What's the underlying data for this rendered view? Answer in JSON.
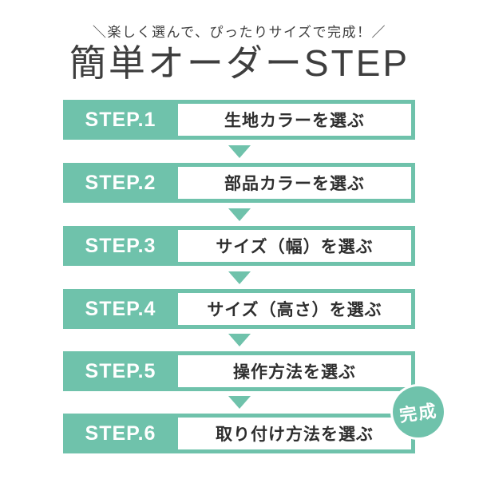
{
  "header": {
    "tagline": "＼楽しく選んで、ぴったりサイズで完成！／",
    "title": "簡単オーダーSTEP"
  },
  "steps": [
    {
      "step": "STEP.1",
      "label": "生地カラーを選ぶ"
    },
    {
      "step": "STEP.2",
      "label": "部品カラーを選ぶ"
    },
    {
      "step": "STEP.3",
      "label": "サイズ（幅）を選ぶ"
    },
    {
      "step": "STEP.4",
      "label": "サイズ（高さ）を選ぶ"
    },
    {
      "step": "STEP.5",
      "label": "操作方法を選ぶ"
    },
    {
      "step": "STEP.6",
      "label": "取り付け方法を選ぶ"
    }
  ],
  "badge": {
    "label": "完成"
  },
  "colors": {
    "accent_teal": "#6fc2ab",
    "heading_text": "#3e3e3e",
    "step_label_text": "#2e2e2e",
    "step_number_text": "#ffffff",
    "background": "#ffffff"
  }
}
